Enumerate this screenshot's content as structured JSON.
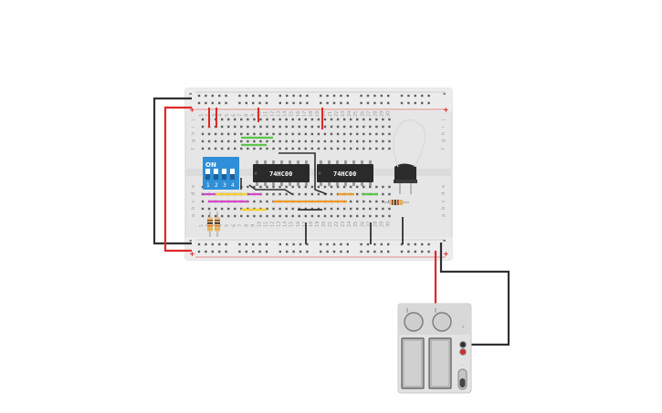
{
  "breadboard": {
    "rail_signs": {
      "top_left_minus": "-",
      "top_left_plus": "+",
      "top_right_minus": "-",
      "top_right_plus": "+",
      "bottom_left_minus": "-",
      "bottom_left_plus": "+",
      "bottom_right_minus": "-",
      "bottom_right_plus": "+"
    },
    "row_letters_top": [
      "j",
      "i",
      "h",
      "g",
      "f"
    ],
    "row_letters_bottom": [
      "e",
      "d",
      "c",
      "b",
      "a"
    ],
    "column_numbers": [
      "1",
      "2",
      "3",
      "4",
      "5",
      "6",
      "7",
      "8",
      "9",
      "10",
      "11",
      "12",
      "13",
      "14",
      "15",
      "16",
      "17",
      "18",
      "19",
      "20",
      "21",
      "22",
      "23",
      "24",
      "25",
      "26",
      "27",
      "28",
      "29",
      "30"
    ]
  },
  "components": {
    "chip_1_label": "74HC00",
    "chip_2_label": "74HC00",
    "dip_switch": {
      "on_label": "ON",
      "numbers": [
        "1",
        "2",
        "3",
        "4"
      ]
    },
    "led": "led-icon",
    "resistor": "resistor-icon"
  },
  "battery_pack": {
    "cell_count": 2,
    "terminal_labels": [
      "+",
      "-"
    ]
  },
  "colors": {
    "board": "#e8e8e8",
    "wire_red": "#e02828",
    "wire_black": "#303030",
    "dip_blue": "#2f8fd8",
    "chip_body": "#2a2a2a"
  }
}
